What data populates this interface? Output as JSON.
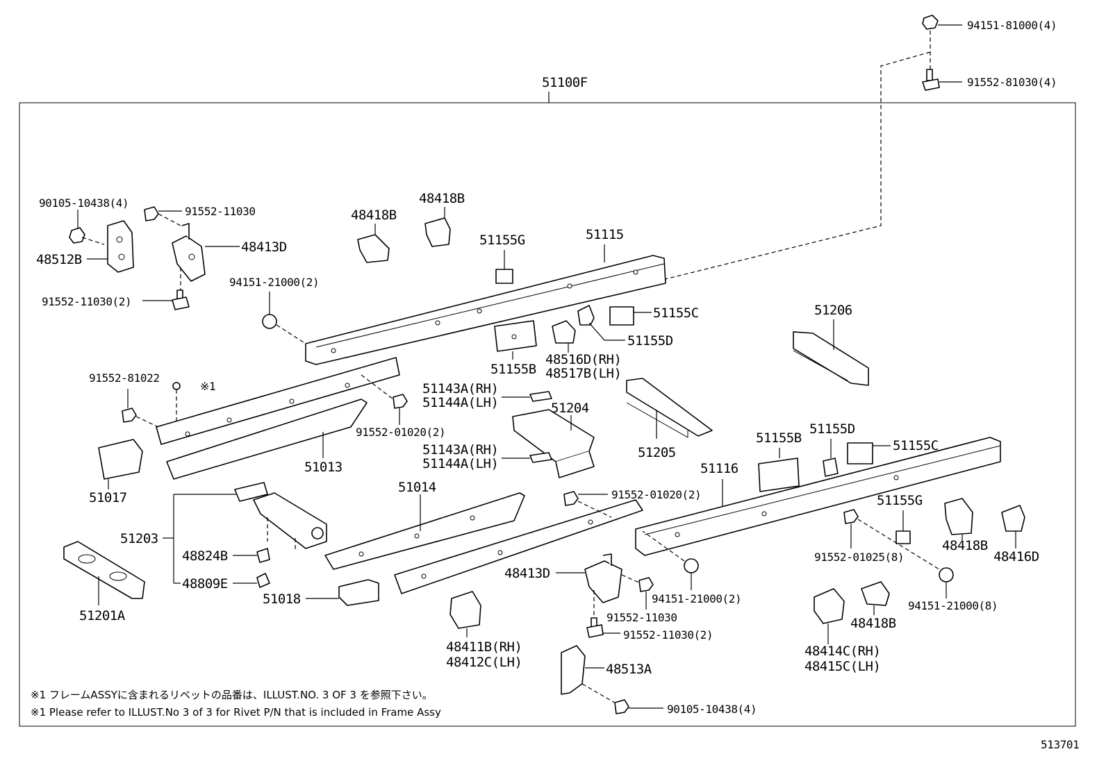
{
  "frame_label": "51100F",
  "figure_number": "513701",
  "labels": {
    "p94151_81000_4": "94151-81000(4)",
    "p91552_81030_4": "91552-81030(4)",
    "p90105_10438_4_top": "90105-10438(4)",
    "p91552_11030_top": "91552-11030",
    "p48418B_a": "48418B",
    "p48418B_b": "48418B",
    "p48512B": "48512B",
    "p48413D_top": "48413D",
    "p51155G_top": "51155G",
    "p51115": "51115",
    "p94151_21000_2_top": "94151-21000(2)",
    "p91552_11030_2_top": "91552-11030(2)",
    "p51155C_top": "51155C",
    "p51155D_top": "51155D",
    "p51206": "51206",
    "p51155B_top": "51155B",
    "p48516D": "48516D(RH)",
    "p48517B": "48517B(LH)",
    "p91552_81022": "91552-81022",
    "p_mark1": "※1",
    "p51143A_a": "51143A(RH)",
    "p51144A_a": "51144A(LH)",
    "p51204": "51204",
    "p91552_01020_2_a": "91552-01020(2)",
    "p51205": "51205",
    "p51143A_b": "51143A(RH)",
    "p51144A_b": "51144A(LH)",
    "p51013": "51013",
    "p51017": "51017",
    "p51155B_bot": "51155B",
    "p51155D_bot": "51155D",
    "p51155C_bot": "51155C",
    "p51116": "51116",
    "p51014": "51014",
    "p91552_01020_2_b": "91552-01020(2)",
    "p51203": "51203",
    "p51155G_bot": "51155G",
    "p48824B": "48824B",
    "p91552_01025_8": "91552-01025(8)",
    "p48418B_c": "48418B",
    "p48416D": "48416D",
    "p48809E": "48809E",
    "p48413D_bot": "48413D",
    "p51018": "51018",
    "p94151_21000_2_bot": "94151-21000(2)",
    "p94151_21000_8": "94151-21000(8)",
    "p51201A": "51201A",
    "p91552_11030_bot": "91552-11030",
    "p48418B_d": "48418B",
    "p91552_11030_2_bot": "91552-11030(2)",
    "p48411B": "48411B(RH)",
    "p48412C": "48412C(LH)",
    "p48414C": "48414C(RH)",
    "p48415C": "48415C(LH)",
    "p48513A": "48513A",
    "p90105_10438_4_bot": "90105-10438(4)"
  },
  "notes": {
    "jp": "※1  フレームASSYに含まれるリベットの品番は、ILLUST.NO. 3  OF  3  を参照下さい。",
    "en": "※1  Please refer to ILLUST.No 3 of 3 for Rivet P/N that is included in Frame Assy"
  }
}
